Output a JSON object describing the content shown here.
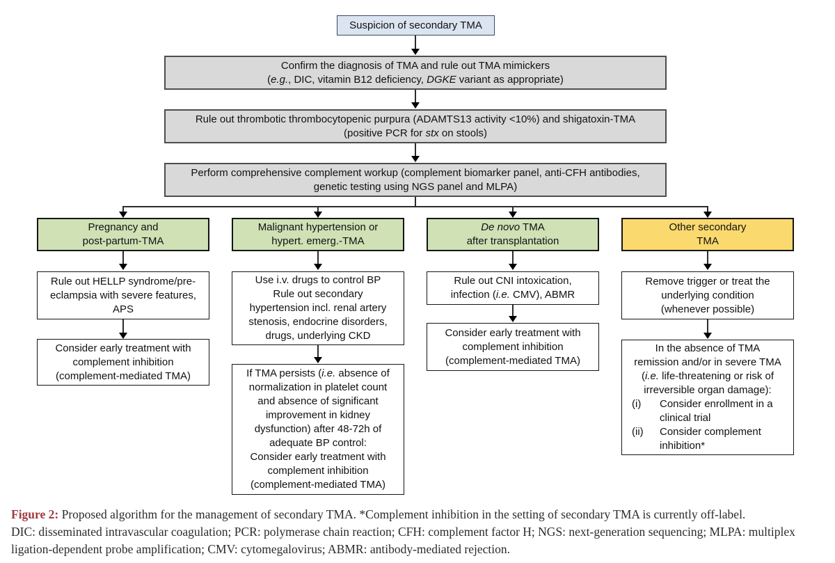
{
  "colors": {
    "box_blue": "#dbe4f1",
    "box_gray": "#d9d9d9",
    "box_green": "#cfe1b5",
    "box_yellow": "#fad96e",
    "caption_label_red": "#a03b40"
  },
  "flow": {
    "top_box": {
      "rich": [
        {
          "t": "Suspicion of secondary TMA"
        }
      ]
    },
    "steps": [
      {
        "rich": [
          {
            "t": "Confirm the diagnosis of TMA and rule out TMA mimickers\n("
          },
          {
            "t": "e.g.",
            "i": true
          },
          {
            "t": ", DIC, vitamin B12 deficiency, "
          },
          {
            "t": "DGKE",
            "i": true
          },
          {
            "t": " variant as appropriate)"
          }
        ]
      },
      {
        "rich": [
          {
            "t": "Rule out thrombotic thrombocytopenic purpura (ADAMTS13 activity <10%) and shigatoxin-TMA\n(positive PCR for "
          },
          {
            "t": "stx",
            "i": true
          },
          {
            "t": " on stools)"
          }
        ]
      },
      {
        "rich": [
          {
            "t": "Perform comprehensive complement workup (complement biomarker panel, anti-CFH antibodies,\ngenetic testing using NGS panel and MLPA)"
          }
        ]
      }
    ],
    "columns": [
      {
        "header": {
          "rich": [
            {
              "t": "Pregnancy and\npost-partum-TMA"
            }
          ]
        },
        "boxes": [
          {
            "rich": [
              {
                "t": "Rule out HELLP syndrome/pre-\neclampsia with severe features,\nAPS"
              }
            ]
          },
          {
            "rich": [
              {
                "t": "Consider early treatment with\ncomplement inhibition\n(complement-mediated TMA)"
              }
            ]
          }
        ]
      },
      {
        "header": {
          "rich": [
            {
              "t": "Malignant hypertension or\nhypert. emerg.-TMA"
            }
          ]
        },
        "boxes": [
          {
            "rich": [
              {
                "t": "Use i.v. drugs to control BP\nRule out secondary\nhypertension incl. renal artery\nstenosis, endocrine disorders,\ndrugs, underlying CKD"
              }
            ]
          },
          {
            "rich": [
              {
                "t": "If TMA persists ("
              },
              {
                "t": "i.e.",
                "i": true
              },
              {
                "t": " absence of\nnormalization in platelet count\nand absence of significant\nimprovement in kidney\ndysfunction) after 48-72h of\nadequate BP control:\nConsider early treatment with\ncomplement inhibition\n(complement-mediated TMA)"
              }
            ]
          }
        ]
      },
      {
        "header": {
          "rich": [
            {
              "t": "De novo",
              "i": true
            },
            {
              "t": " TMA\nafter transplantation"
            }
          ]
        },
        "boxes": [
          {
            "rich": [
              {
                "t": "Rule out CNI intoxication,\ninfection ("
              },
              {
                "t": "i.e.",
                "i": true
              },
              {
                "t": " CMV), ABMR"
              }
            ]
          },
          {
            "rich": [
              {
                "t": "Consider early treatment with\ncomplement inhibition\n(complement-mediated TMA)"
              }
            ]
          }
        ]
      },
      {
        "header": {
          "rich": [
            {
              "t": "Other secondary\nTMA"
            }
          ]
        },
        "boxes": [
          {
            "rich": [
              {
                "t": "Remove trigger or treat the\nunderlying condition\n(whenever possible)"
              }
            ]
          },
          {
            "rich": [
              {
                "t": "In the absence of TMA\nremission and/or in severe TMA\n("
              },
              {
                "t": "i.e.",
                "i": true
              },
              {
                "t": " life-threatening or risk of\nirreversible organ damage):"
              }
            ],
            "items": [
              {
                "marker": "(i)",
                "text": "Consider enrollment in a clinical trial"
              },
              {
                "marker": "(ii)",
                "text": "Consider complement inhibition*"
              }
            ]
          }
        ]
      }
    ]
  },
  "caption": {
    "label": "Figure 2:",
    "text": " Proposed algorithm for the management of secondary TMA. *Complement inhibition in the setting of secondary TMA is currently off-label.\nDIC: disseminated intravascular coagulation; PCR: polymerase chain reaction; CFH: complement factor H; NGS: next-generation sequencing; MLPA: multiplex ligation-dependent probe amplification; CMV: cytomegalovirus; ABMR: antibody-mediated rejection."
  }
}
